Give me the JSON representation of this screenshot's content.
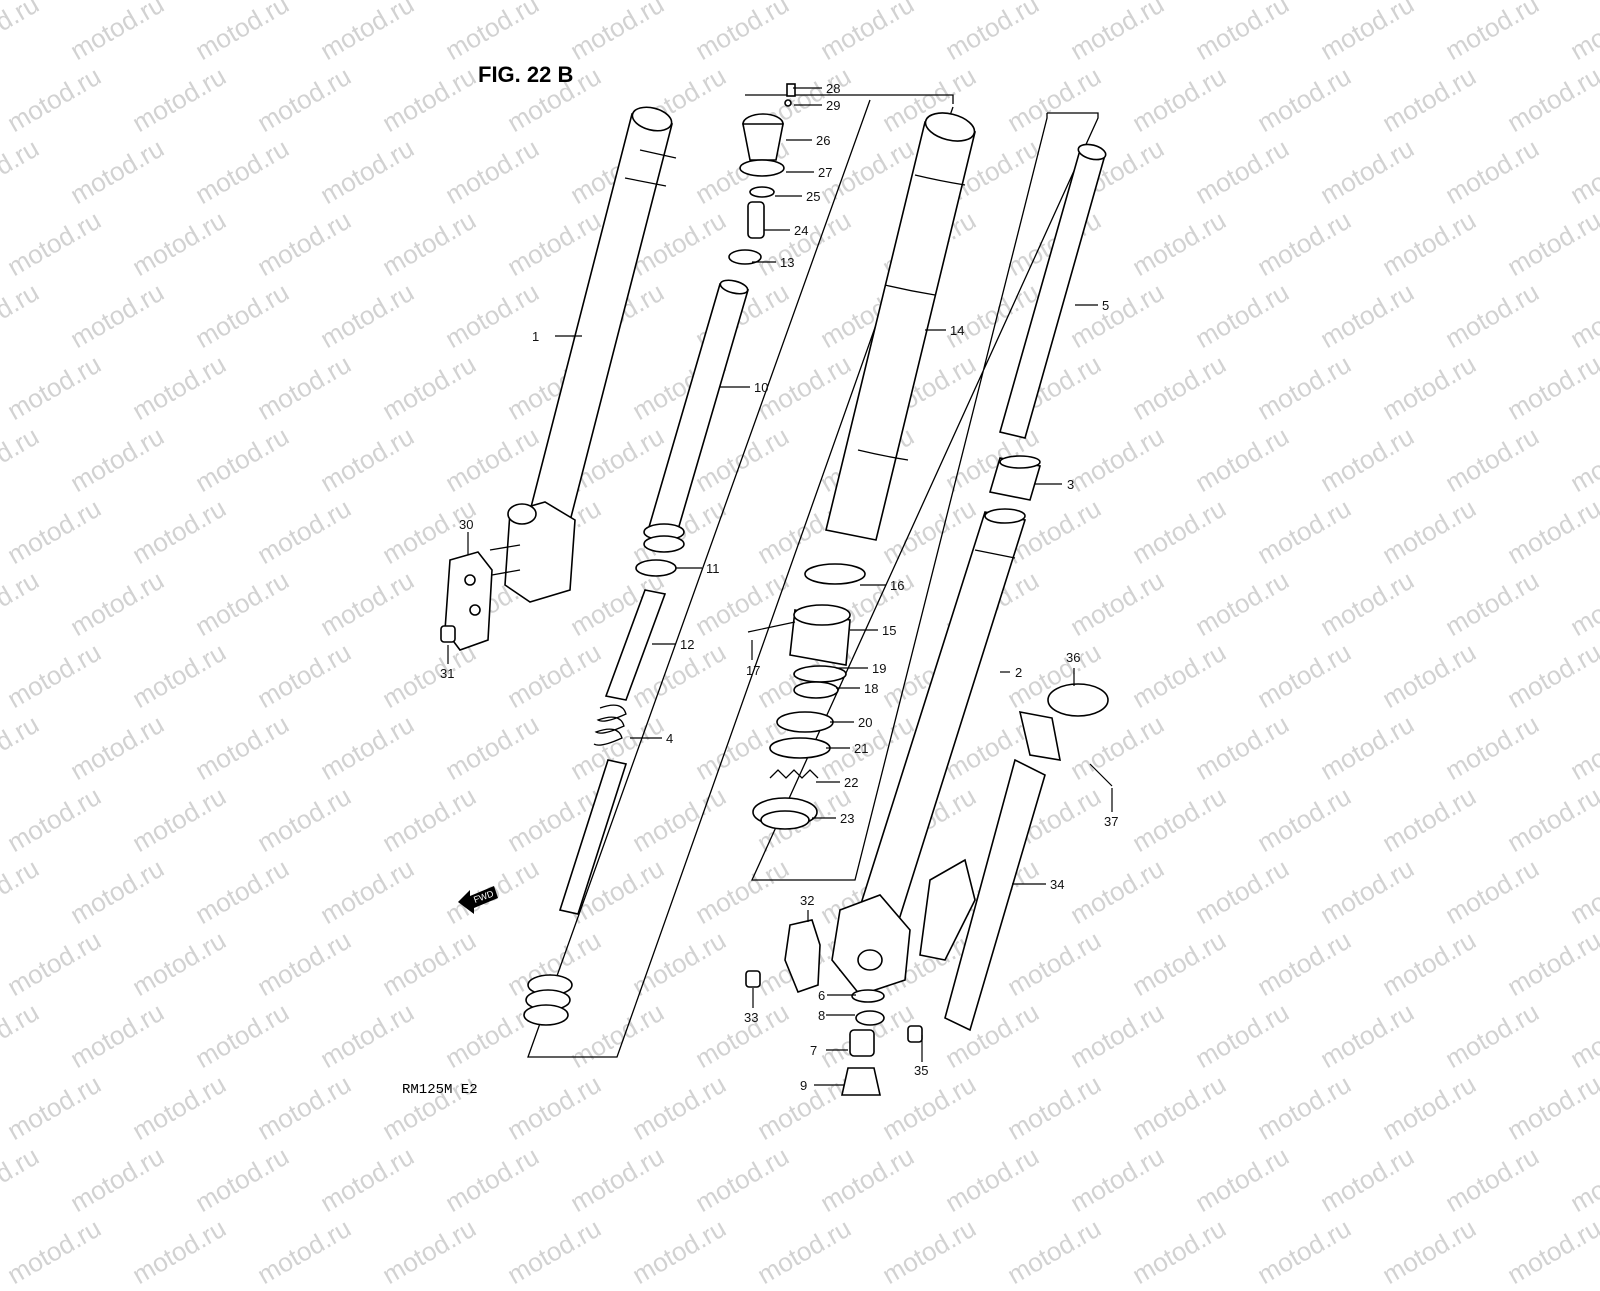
{
  "watermark": "motod.ru",
  "figure_title": "FIG. 22 B",
  "model_code": "RM125M  E2",
  "fwd_label": "FWD",
  "callouts": [
    {
      "id": "1",
      "label": "1"
    },
    {
      "id": "2",
      "label": "2"
    },
    {
      "id": "3",
      "label": "3"
    },
    {
      "id": "4",
      "label": "4"
    },
    {
      "id": "5",
      "label": "5"
    },
    {
      "id": "6",
      "label": "6"
    },
    {
      "id": "7",
      "label": "7"
    },
    {
      "id": "8",
      "label": "8"
    },
    {
      "id": "9",
      "label": "9"
    },
    {
      "id": "10",
      "label": "10"
    },
    {
      "id": "11",
      "label": "11"
    },
    {
      "id": "12",
      "label": "12"
    },
    {
      "id": "13",
      "label": "13"
    },
    {
      "id": "14",
      "label": "14"
    },
    {
      "id": "15",
      "label": "15"
    },
    {
      "id": "16",
      "label": "16"
    },
    {
      "id": "17",
      "label": "17"
    },
    {
      "id": "18",
      "label": "18"
    },
    {
      "id": "19",
      "label": "19"
    },
    {
      "id": "20",
      "label": "20"
    },
    {
      "id": "21",
      "label": "21"
    },
    {
      "id": "22",
      "label": "22"
    },
    {
      "id": "23",
      "label": "23"
    },
    {
      "id": "24",
      "label": "24"
    },
    {
      "id": "25",
      "label": "25"
    },
    {
      "id": "26",
      "label": "26"
    },
    {
      "id": "27",
      "label": "27"
    },
    {
      "id": "28",
      "label": "28"
    },
    {
      "id": "29",
      "label": "29"
    },
    {
      "id": "30",
      "label": "30"
    },
    {
      "id": "31",
      "label": "31"
    },
    {
      "id": "32",
      "label": "32"
    },
    {
      "id": "33",
      "label": "33"
    },
    {
      "id": "34",
      "label": "34"
    },
    {
      "id": "35",
      "label": "35"
    },
    {
      "id": "36",
      "label": "36"
    },
    {
      "id": "37",
      "label": "37"
    }
  ]
}
